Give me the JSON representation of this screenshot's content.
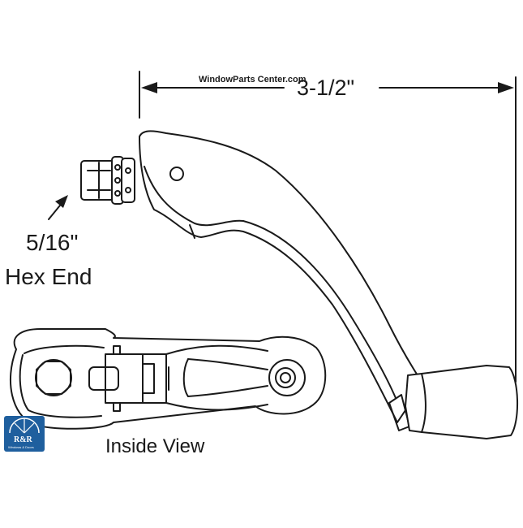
{
  "watermark": "WindowParts Center.com",
  "dimension_label": "3-1/2\"",
  "callout": {
    "line1": "5/16\"",
    "line2": "Hex End"
  },
  "caption": "Inside View",
  "logo": {
    "main": "R&R",
    "sub": "Windows & Doors",
    "color": "#1f5f9e"
  }
}
